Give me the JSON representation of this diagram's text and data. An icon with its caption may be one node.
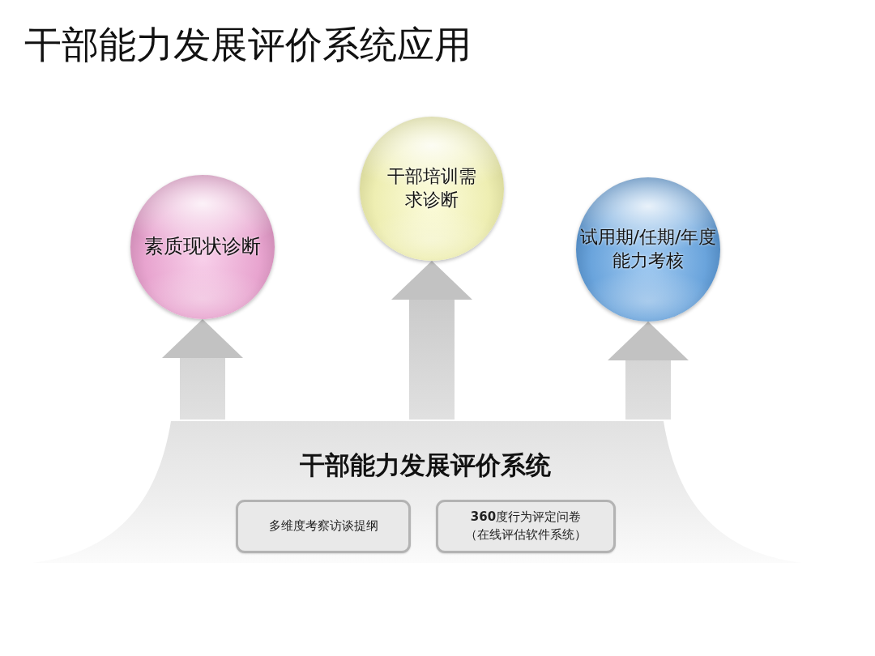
{
  "diagram": {
    "title": "干部能力发展评价系统应用",
    "nodes": [
      {
        "text": [
          "素质现状诊断"
        ]
      },
      {
        "text": [
          "干部培训需求诊断"
        ]
      },
      {
        "text": [
          "试用期/任期/年度能力考核"
        ]
      },
      {
        "text": [
          "干部能力发展评价系统"
        ]
      },
      {
        "text": [
          "多维度考察访谈提纲"
        ],
        "in": 3
      },
      {
        "text": [
          "**360**度行为评定问卷",
          "（在线评估软件系统）"
        ],
        "in": 3
      }
    ],
    "edges": [
      {
        "from": 3,
        "to": 0,
        "arrow": "to"
      },
      {
        "from": 3,
        "to": 1,
        "arrow": "to"
      },
      {
        "from": 3,
        "to": 2,
        "arrow": "to"
      }
    ]
  }
}
